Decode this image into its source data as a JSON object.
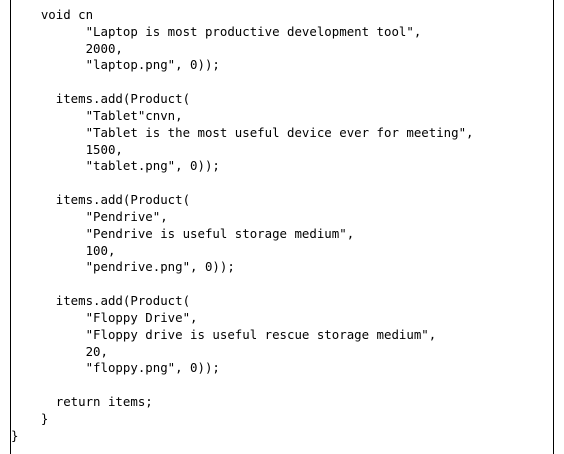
{
  "code_lines": [
    "    void cn",
    "          \"Laptop is most productive development tool\",",
    "          2000,",
    "          \"laptop.png\", 0));",
    "",
    "      items.add(Product(",
    "          \"Tablet\"cnvn,",
    "          \"Tablet is the most useful device ever for meeting\",",
    "          1500,",
    "          \"tablet.png\", 0));",
    "",
    "      items.add(Product(",
    "          \"Pendrive\",",
    "          \"Pendrive is useful storage medium\",",
    "          100,",
    "          \"pendrive.png\", 0));",
    "",
    "      items.add(Product(",
    "          \"Floppy Drive\",",
    "          \"Floppy drive is useful rescue storage medium\",",
    "          20,",
    "          \"floppy.png\", 0));",
    "",
    "      return items;",
    "    }",
    "}"
  ]
}
